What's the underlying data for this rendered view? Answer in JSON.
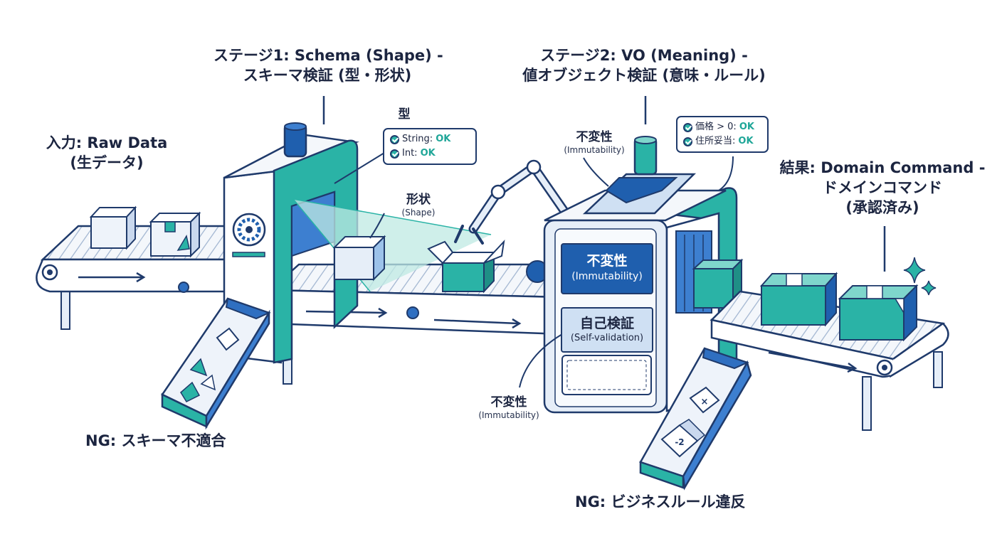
{
  "labels": {
    "input_title": "入力: Raw Data",
    "input_sub": "(生データ)",
    "stage1_title": "ステージ1: Schema (Shape) -",
    "stage1_sub": "スキーマ検証 (型・形状)",
    "stage2_title": "ステージ2: VO (Meaning) -",
    "stage2_sub": "値オブジェクト検証 (意味・ルール)",
    "result_title": "結果: Domain Command -",
    "result_sub1": "ドメインコマンド",
    "result_sub2": "(承認済み)",
    "type_label": "型",
    "shape_label": "形状",
    "shape_en": "(Shape)",
    "immut_top": "不変性",
    "immut_top_en": "(Immutability)",
    "immut_bottom": "不変性",
    "immut_bottom_en": "(Immutability)",
    "ng1": "NG: スキーマ不適合",
    "ng2": "NG: ビジネスルール違反"
  },
  "type_checks": [
    {
      "name": "String:",
      "status": "OK"
    },
    {
      "name": "Int:",
      "status": "OK"
    }
  ],
  "rule_checks": [
    {
      "name": "価格 > 0:",
      "status": "OK"
    },
    {
      "name": "住所妥当:",
      "status": "OK"
    }
  ],
  "machine2_panels": {
    "immut_ja": "不変性",
    "immut_en": "(Immutability)",
    "self_ja": "自己検証",
    "self_en": "(Self-validation)"
  },
  "reject_marks": {
    "x_mark": "×",
    "neg_value": "-2"
  },
  "colors": {
    "navy": "#1f3a6b",
    "teal": "#2ab3a6",
    "light_teal": "#bfe9e3",
    "light_blue": "#e6eef8",
    "blue": "#3d7fd0"
  }
}
